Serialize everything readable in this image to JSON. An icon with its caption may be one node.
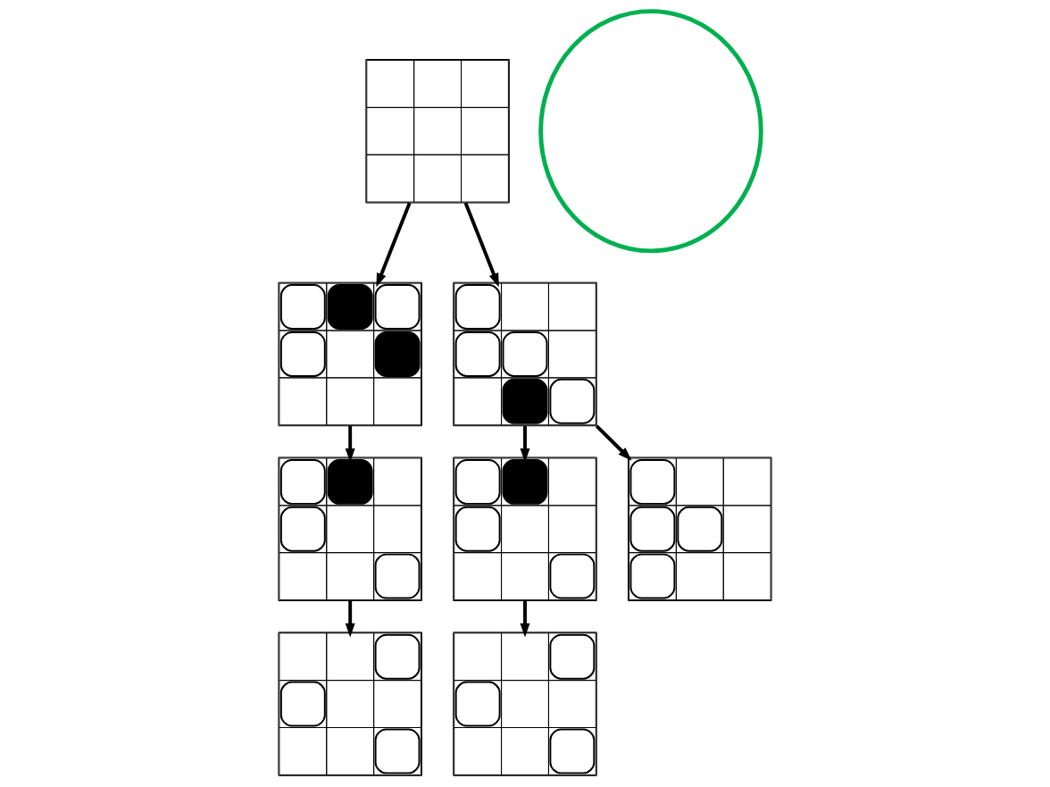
{
  "diagram": {
    "nodes": [
      {
        "text": [],
        "shape": "box"
      },
      {
        "text": [],
        "shape": "box"
      },
      {
        "text": [],
        "shape": "box"
      },
      {
        "text": [],
        "shape": "box"
      },
      {
        "text": [],
        "shape": "box"
      },
      {
        "text": [],
        "shape": "box"
      },
      {
        "text": [],
        "shape": "box"
      },
      {
        "text": [],
        "shape": "box"
      },
      {
        "text": [],
        "shape": "circle"
      }
    ],
    "edges": [
      {
        "from": 0,
        "to": 1,
        "arrow": "to"
      },
      {
        "from": 0,
        "to": 2,
        "arrow": "to"
      },
      {
        "from": 1,
        "to": 3,
        "arrow": "to"
      },
      {
        "from": 2,
        "to": 4,
        "arrow": "to"
      },
      {
        "from": 2,
        "to": 5,
        "arrow": "to"
      },
      {
        "from": 3,
        "to": 6,
        "arrow": "to"
      },
      {
        "from": 4,
        "to": 7,
        "arrow": "to"
      }
    ]
  }
}
